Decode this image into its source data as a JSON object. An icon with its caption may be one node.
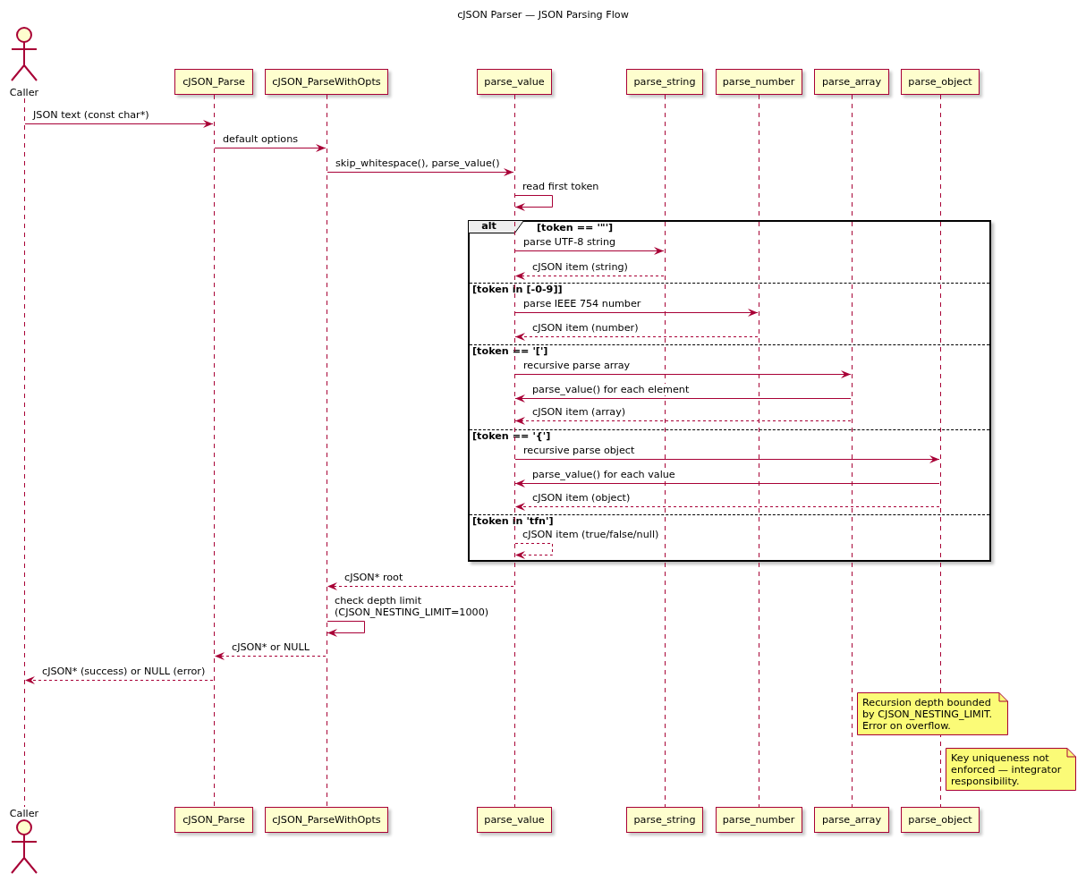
{
  "diagram": {
    "title": "cJSON Parser — JSON Parsing Flow",
    "nodes": [
      {
        "text": [
          "Caller"
        ]
      },
      {
        "text": [
          "cJSON_Parse"
        ]
      },
      {
        "text": [
          "cJSON_ParseWithOpts"
        ]
      },
      {
        "text": [
          "parse_value"
        ]
      },
      {
        "text": [
          "parse_string"
        ]
      },
      {
        "text": [
          "parse_number"
        ]
      },
      {
        "text": [
          "parse_array"
        ]
      },
      {
        "text": [
          "parse_object"
        ]
      },
      {
        "text": [],
        "shape": "line"
      },
      {
        "text": [],
        "shape": "line"
      },
      {
        "text": [],
        "shape": "line"
      },
      {
        "text": [],
        "shape": "line"
      },
      {
        "text": [],
        "shape": "line"
      },
      {
        "text": [],
        "shape": "line"
      },
      {
        "text": [],
        "shape": "line"
      },
      {
        "text": [],
        "shape": "line"
      },
      {
        "text": [
          "alt",
          "[token == '\"']",
          "[token in [-0-9]]",
          "[token == '[']",
          "[token == '{']",
          "[token in 'tfn']"
        ]
      },
      {
        "text": [],
        "shape": "line",
        "in": 16
      },
      {
        "text": [],
        "shape": "line",
        "in": 16
      },
      {
        "text": [],
        "shape": "line",
        "in": 16
      },
      {
        "text": [],
        "shape": "line",
        "in": 16
      },
      {
        "text": [],
        "shape": "line",
        "in": 16
      },
      {
        "text": [],
        "shape": "line"
      },
      {
        "text": [],
        "shape": "line"
      },
      {
        "text": [],
        "shape": "line"
      },
      {
        "text": [],
        "shape": "line"
      },
      {
        "text": [],
        "shape": "line"
      },
      {
        "text": [
          "Recursion depth bounded by CJSON_NESTING_LIMIT. Error on overflow."
        ]
      },
      {
        "text": [
          "Key uniqueness not enforced — integrator responsibility."
        ]
      },
      {
        "text": [
          "Caller"
        ]
      },
      {
        "text": [
          "cJSON_Parse"
        ]
      },
      {
        "text": [
          "cJSON_ParseWithOpts"
        ]
      },
      {
        "text": [
          "parse_value"
        ]
      },
      {
        "text": [
          "parse_string"
        ]
      },
      {
        "text": [
          "parse_number"
        ]
      },
      {
        "text": [
          "parse_array"
        ]
      },
      {
        "text": [
          "parse_object"
        ]
      }
    ],
    "edges": [
      {
        "from": 8,
        "to": 9,
        "arrow": "to",
        "label": "JSON text (const char*)"
      },
      {
        "from": 9,
        "to": 10,
        "arrow": "to",
        "label": "default options"
      },
      {
        "from": 10,
        "to": 11,
        "arrow": "to",
        "label": "skip_whitespace(), parse_value()"
      },
      {
        "from": 11,
        "to": 11,
        "arrow": "to",
        "label": "read first token"
      },
      {
        "from": 17,
        "to": 18,
        "arrow": "to",
        "label": "parse UTF-8 string"
      },
      {
        "from": 18,
        "to": 17,
        "arrow": "to",
        "label": "cJSON item (string)",
        "style": "dashed"
      },
      {
        "from": 17,
        "to": 19,
        "arrow": "to",
        "label": "parse IEEE 754 number"
      },
      {
        "from": 19,
        "to": 17,
        "arrow": "to",
        "label": "cJSON item (number)",
        "style": "dashed"
      },
      {
        "from": 17,
        "to": 20,
        "arrow": "to",
        "label": "recursive parse array"
      },
      {
        "from": 20,
        "to": 17,
        "arrow": "to",
        "label": "parse_value() for each element"
      },
      {
        "from": 20,
        "to": 17,
        "arrow": "to",
        "label": "cJSON item (array)",
        "style": "dashed"
      },
      {
        "from": 17,
        "to": 21,
        "arrow": "to",
        "label": "recursive parse object"
      },
      {
        "from": 21,
        "to": 17,
        "arrow": "to",
        "label": "parse_value() for each value"
      },
      {
        "from": 21,
        "to": 17,
        "arrow": "to",
        "label": "cJSON item (object)",
        "style": "dashed"
      },
      {
        "from": 17,
        "to": 17,
        "arrow": "to",
        "label": "cJSON item (true/false/null)",
        "style": "dashed"
      },
      {
        "from": 22,
        "to": 10,
        "arrow": "to",
        "label": "cJSON* root",
        "style": "dashed"
      },
      {
        "from": 10,
        "to": 10,
        "arrow": "to",
        "label": "check depth limit (CJSON_NESTING_LIMIT=1000)"
      },
      {
        "from": 10,
        "to": 9,
        "arrow": "to",
        "label": "cJSON* or NULL",
        "style": "dashed"
      },
      {
        "from": 9,
        "to": 8,
        "arrow": "to",
        "label": "cJSON* (success) or NULL (error)",
        "style": "dashed"
      }
    ]
  }
}
